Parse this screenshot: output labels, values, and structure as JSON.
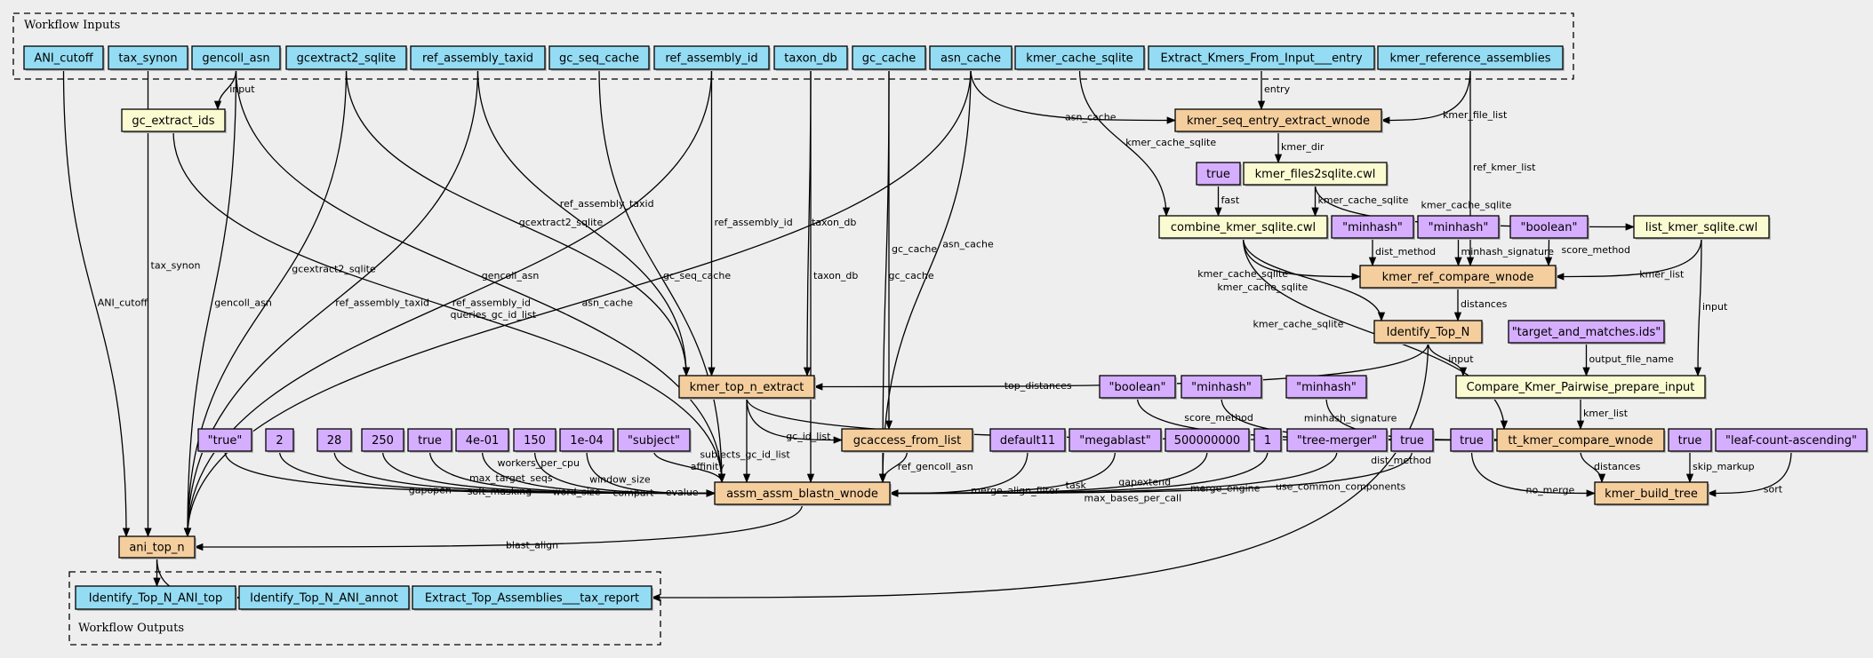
{
  "clusters": {
    "inputs_title": "Workflow Inputs",
    "outputs_title": "Workflow Outputs"
  },
  "colors": {
    "input": "#94dcf3",
    "output": "#94dcf3",
    "step": "#f5ce9e",
    "tool": "#fbfbd2",
    "const": "#d6aeff",
    "background": "#eeeeee"
  },
  "nodes": [
    {
      "label": "ANI_cutoff",
      "kind": "input"
    },
    {
      "label": "tax_synon",
      "kind": "input"
    },
    {
      "label": "gencoll_asn",
      "kind": "input"
    },
    {
      "label": "gcextract2_sqlite",
      "kind": "input"
    },
    {
      "label": "ref_assembly_taxid",
      "kind": "input"
    },
    {
      "label": "gc_seq_cache",
      "kind": "input"
    },
    {
      "label": "ref_assembly_id",
      "kind": "input"
    },
    {
      "label": "taxon_db",
      "kind": "input"
    },
    {
      "label": "gc_cache",
      "kind": "input"
    },
    {
      "label": "asn_cache",
      "kind": "input"
    },
    {
      "label": "kmer_cache_sqlite",
      "kind": "input"
    },
    {
      "label": "Extract_Kmers_From_Input___entry",
      "kind": "input"
    },
    {
      "label": "kmer_reference_assemblies",
      "kind": "input"
    },
    {
      "label": "gc_extract_ids",
      "kind": "tool"
    },
    {
      "label": "kmer_seq_entry_extract_wnode",
      "kind": "step"
    },
    {
      "label": "true",
      "kind": "const"
    },
    {
      "label": "kmer_files2sqlite.cwl",
      "kind": "tool"
    },
    {
      "label": "combine_kmer_sqlite.cwl",
      "kind": "tool"
    },
    {
      "label": "\"minhash\"",
      "kind": "const"
    },
    {
      "label": "\"minhash\"",
      "kind": "const"
    },
    {
      "label": "\"boolean\"",
      "kind": "const"
    },
    {
      "label": "list_kmer_sqlite.cwl",
      "kind": "tool"
    },
    {
      "label": "kmer_ref_compare_wnode",
      "kind": "step"
    },
    {
      "label": "Identify_Top_N",
      "kind": "step"
    },
    {
      "label": "\"target_and_matches.ids\"",
      "kind": "const"
    },
    {
      "label": "kmer_top_n_extract",
      "kind": "step"
    },
    {
      "label": "\"boolean\"",
      "kind": "const"
    },
    {
      "label": "\"minhash\"",
      "kind": "const"
    },
    {
      "label": "\"minhash\"",
      "kind": "const"
    },
    {
      "label": "Compare_Kmer_Pairwise_prepare_input",
      "kind": "tool"
    },
    {
      "label": "\"true\"",
      "kind": "const"
    },
    {
      "label": "2",
      "kind": "const"
    },
    {
      "label": "28",
      "kind": "const"
    },
    {
      "label": "250",
      "kind": "const"
    },
    {
      "label": "true",
      "kind": "const"
    },
    {
      "label": "4e-01",
      "kind": "const"
    },
    {
      "label": "150",
      "kind": "const"
    },
    {
      "label": "1e-04",
      "kind": "const"
    },
    {
      "label": "\"subject\"",
      "kind": "const"
    },
    {
      "label": "gcaccess_from_list",
      "kind": "step"
    },
    {
      "label": "default11",
      "kind": "const"
    },
    {
      "label": "\"megablast\"",
      "kind": "const"
    },
    {
      "label": "500000000",
      "kind": "const"
    },
    {
      "label": "1",
      "kind": "const"
    },
    {
      "label": "\"tree-merger\"",
      "kind": "const"
    },
    {
      "label": "true",
      "kind": "const"
    },
    {
      "label": "true",
      "kind": "const"
    },
    {
      "label": "tt_kmer_compare_wnode",
      "kind": "step"
    },
    {
      "label": "true",
      "kind": "const"
    },
    {
      "label": "\"leaf-count-ascending\"",
      "kind": "const"
    },
    {
      "label": "assm_assm_blastn_wnode",
      "kind": "step"
    },
    {
      "label": "kmer_build_tree",
      "kind": "step"
    },
    {
      "label": "ani_top_n",
      "kind": "step"
    },
    {
      "label": "Identify_Top_N_ANI_top",
      "kind": "output"
    },
    {
      "label": "Identify_Top_N_ANI_annot",
      "kind": "output"
    },
    {
      "label": "Extract_Top_Assemblies___tax_report",
      "kind": "output"
    }
  ],
  "edges": [
    {
      "from": 0,
      "to": 52,
      "label": "ANI_cutoff"
    },
    {
      "from": 1,
      "to": 52,
      "label": "tax_synon"
    },
    {
      "from": 2,
      "to": 13,
      "label": "input"
    },
    {
      "from": 2,
      "to": 52,
      "label": "gencoll_asn"
    },
    {
      "from": 2,
      "to": 50,
      "label": "gencoll_asn"
    },
    {
      "from": 3,
      "to": 52,
      "label": "gcextract2_sqlite"
    },
    {
      "from": 3,
      "to": 25,
      "label": "gcextract2_sqlite"
    },
    {
      "from": 4,
      "to": 25,
      "label": "ref_assembly_taxid"
    },
    {
      "from": 4,
      "to": 52,
      "label": "ref_assembly_taxid"
    },
    {
      "from": 5,
      "to": 50,
      "label": "gc_seq_cache"
    },
    {
      "from": 6,
      "to": 25,
      "label": "ref_assembly_id"
    },
    {
      "from": 6,
      "to": 52,
      "label": "ref_assembly_id"
    },
    {
      "from": 7,
      "to": 25,
      "label": "taxon_db"
    },
    {
      "from": 7,
      "to": 50,
      "label": "taxon_db"
    },
    {
      "from": 8,
      "to": 39,
      "label": "gc_cache"
    },
    {
      "from": 8,
      "to": 50,
      "label": "gc_cache"
    },
    {
      "from": 9,
      "to": 14,
      "label": "asn_cache"
    },
    {
      "from": 9,
      "to": 50,
      "label": "asn_cache"
    },
    {
      "from": 9,
      "to": 52,
      "label": "asn_cache"
    },
    {
      "from": 10,
      "to": 17,
      "label": "kmer_cache_sqlite"
    },
    {
      "from": 11,
      "to": 14,
      "label": "entry"
    },
    {
      "from": 12,
      "to": 14,
      "label": "kmer_file_list"
    },
    {
      "from": 12,
      "to": 22,
      "label": "ref_kmer_list"
    },
    {
      "from": 13,
      "to": 50,
      "label": "queries_gc_id_list"
    },
    {
      "from": 14,
      "to": 16,
      "label": "kmer_dir"
    },
    {
      "from": 15,
      "to": 17,
      "label": "fast"
    },
    {
      "from": 16,
      "to": 17,
      "label": "kmer_cache_sqlite"
    },
    {
      "from": 16,
      "to": 21,
      "label": "kmer_cache_sqlite"
    },
    {
      "from": 17,
      "to": 22,
      "label": "kmer_cache_sqlite"
    },
    {
      "from": 18,
      "to": 22,
      "label": "dist_method"
    },
    {
      "from": 19,
      "to": 22,
      "label": "minhash_signature"
    },
    {
      "from": 20,
      "to": 22,
      "label": "score_method"
    },
    {
      "from": 21,
      "to": 22,
      "label": "kmer_list"
    },
    {
      "from": 21,
      "to": 29,
      "label": "input"
    },
    {
      "from": 17,
      "to": 23,
      "label": "kmer_cache_sqlite"
    },
    {
      "from": 17,
      "to": 47,
      "label": "kmer_cache_sqlite"
    },
    {
      "from": 22,
      "to": 23,
      "label": "distances"
    },
    {
      "from": 23,
      "to": 25,
      "label": "top_distances"
    },
    {
      "from": 23,
      "to": 29,
      "label": "input"
    },
    {
      "from": 24,
      "to": 29,
      "label": "output_file_name"
    },
    {
      "from": 29,
      "to": 47,
      "label": "kmer_list"
    },
    {
      "from": 25,
      "to": 39,
      "label": "gc_id_list"
    },
    {
      "from": 25,
      "to": 50,
      "label": "subjects_gc_id_list"
    },
    {
      "from": 25,
      "to": 47,
      "label": ""
    },
    {
      "from": 26,
      "to": 47,
      "label": "score_method"
    },
    {
      "from": 27,
      "to": 47,
      "label": "minhash_signature"
    },
    {
      "from": 28,
      "to": 47,
      "label": "dist_method"
    },
    {
      "from": 39,
      "to": 50,
      "label": "ref_gencoll_asn"
    },
    {
      "from": 30,
      "to": 50,
      "label": "soft_masking"
    },
    {
      "from": 31,
      "to": 50,
      "label": "gapopen"
    },
    {
      "from": 32,
      "to": 50,
      "label": "word_size"
    },
    {
      "from": 33,
      "to": 50,
      "label": "max_target_seqs"
    },
    {
      "from": 34,
      "to": 50,
      "label": "compart"
    },
    {
      "from": 35,
      "to": 50,
      "label": "workers_per_cpu"
    },
    {
      "from": 36,
      "to": 50,
      "label": "window_size"
    },
    {
      "from": 37,
      "to": 50,
      "label": "evalue"
    },
    {
      "from": 38,
      "to": 50,
      "label": "affinity"
    },
    {
      "from": 40,
      "to": 50,
      "label": "merge_align_filter"
    },
    {
      "from": 41,
      "to": 50,
      "label": "task"
    },
    {
      "from": 42,
      "to": 50,
      "label": "max_bases_per_call"
    },
    {
      "from": 43,
      "to": 50,
      "label": "gapextend"
    },
    {
      "from": 44,
      "to": 50,
      "label": "merge_engine"
    },
    {
      "from": 45,
      "to": 50,
      "label": "use_common_components"
    },
    {
      "from": 46,
      "to": 51,
      "label": "no_merge"
    },
    {
      "from": 47,
      "to": 51,
      "label": "distances"
    },
    {
      "from": 48,
      "to": 51,
      "label": "skip_markup"
    },
    {
      "from": 49,
      "to": 51,
      "label": "sort"
    },
    {
      "from": 50,
      "to": 52,
      "label": "blast_align"
    },
    {
      "from": 52,
      "to": 53,
      "label": ""
    },
    {
      "from": 52,
      "to": 54,
      "label": ""
    },
    {
      "from": 23,
      "to": 55,
      "label": ""
    }
  ]
}
